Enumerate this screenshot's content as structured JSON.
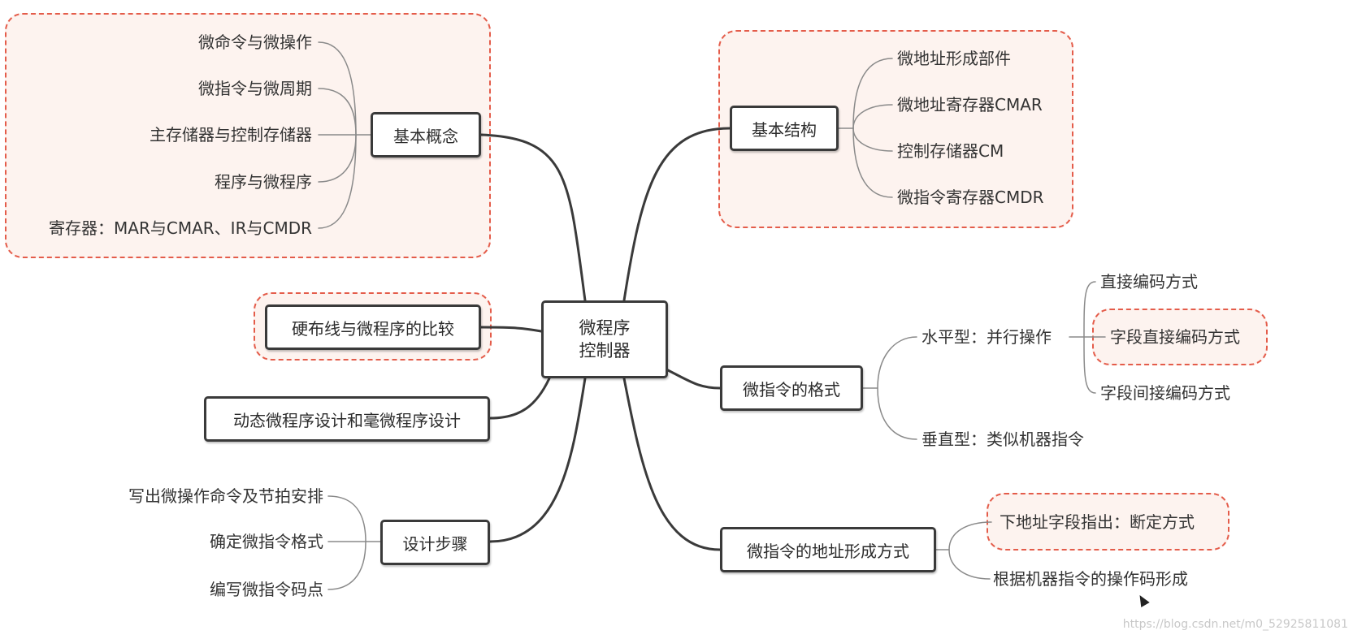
{
  "root": {
    "line1": "微程序",
    "line2": "控制器"
  },
  "basic_concepts": {
    "label": "基本概念",
    "items": [
      "微命令与微操作",
      "微指令与微周期",
      "主存储器与控制存储器",
      "程序与微程序",
      "寄存器：MAR与CMAR、IR与CMDR"
    ]
  },
  "basic_structure": {
    "label": "基本结构",
    "items": [
      "微地址形成部件",
      "微地址寄存器CMAR",
      "控制存储器CM",
      "微指令寄存器CMDR"
    ]
  },
  "comparison": {
    "label": "硬布线与微程序的比较"
  },
  "dynamic_design": {
    "label": "动态微程序设计和毫微程序设计"
  },
  "design_steps": {
    "label": "设计步骤",
    "items": [
      "写出微操作命令及节拍安排",
      "确定微指令格式",
      "编写微指令码点"
    ]
  },
  "microinstruction_format": {
    "label": "微指令的格式",
    "horizontal": {
      "label": "水平型：并行操作",
      "items": [
        "直接编码方式",
        "字段直接编码方式",
        "字段间接编码方式"
      ]
    },
    "vertical": {
      "label": "垂直型：类似机器指令"
    }
  },
  "address_formation": {
    "label": "微指令的地址形成方式",
    "items": [
      "下地址字段指出：断定方式",
      "根据机器指令的操作码形成"
    ]
  },
  "watermark": "https://blog.csdn.net/m0_52925811081",
  "colors": {
    "line": "#3a3a3a",
    "thin_line": "#8a8a8a",
    "highlight_border": "#e45c4a",
    "highlight_fill": "#fdf3ef"
  }
}
